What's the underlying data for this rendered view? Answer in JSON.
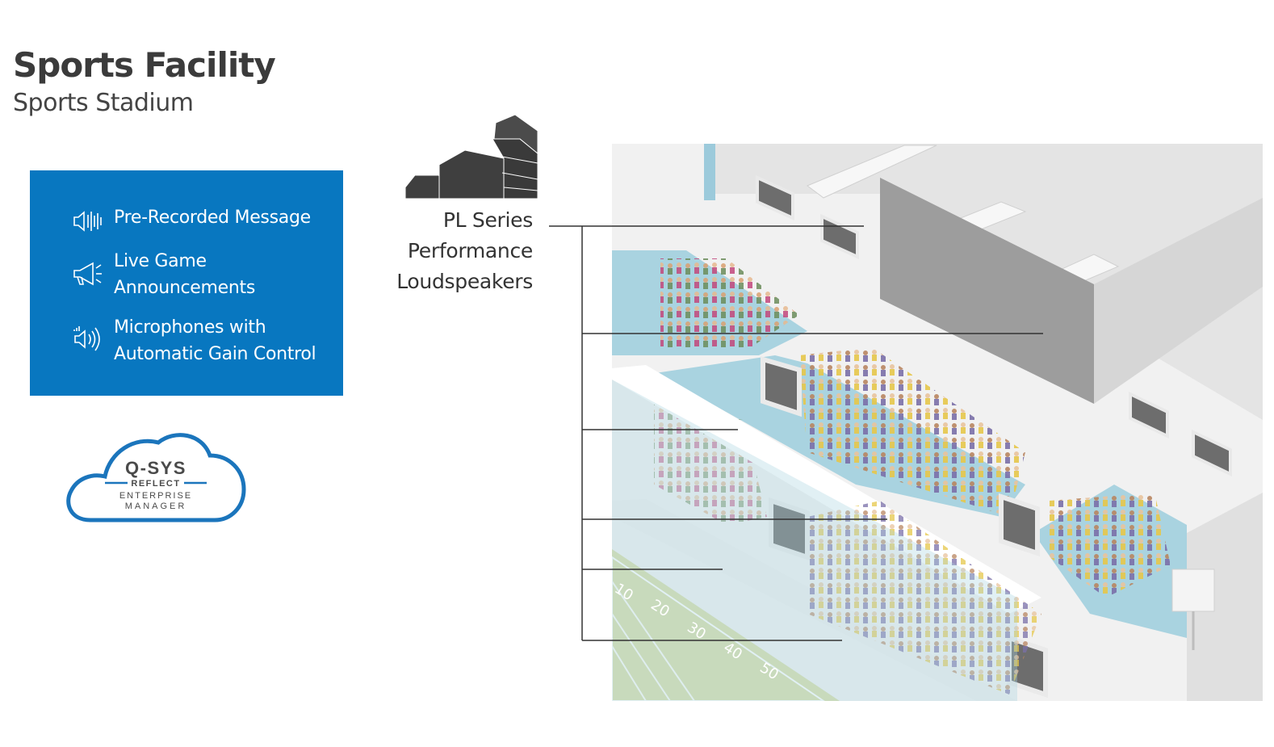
{
  "header": {
    "title": "Sports Facility",
    "subtitle": "Sports Stadium"
  },
  "features": [
    {
      "icon": "waveform-speaker-icon",
      "label": "Pre-Recorded Message"
    },
    {
      "icon": "megaphone-icon",
      "label": "Live Game\nAnnouncements"
    },
    {
      "icon": "microphone-agc-icon",
      "label": "Microphones with\nAutomatic Gain Control"
    }
  ],
  "logo": {
    "line1": "Q-SYS",
    "line2": "REFLECT",
    "line3": "ENTERPRISE",
    "line4": "MANAGER"
  },
  "product": {
    "icon": "line-array-loudspeaker-icon",
    "label": "PL Series\nPerformance\nLoudspeakers"
  },
  "field_numbers": [
    "10",
    "20",
    "30",
    "40",
    "50"
  ],
  "colors": {
    "feature_bg": "#0877c0",
    "logo_blue": "#1b75bc",
    "seating_blue": "#a9d3e0",
    "field_green": "#d9dda9",
    "concrete": "#e6e6e6",
    "shadow_gray": "#9d9d9d"
  }
}
